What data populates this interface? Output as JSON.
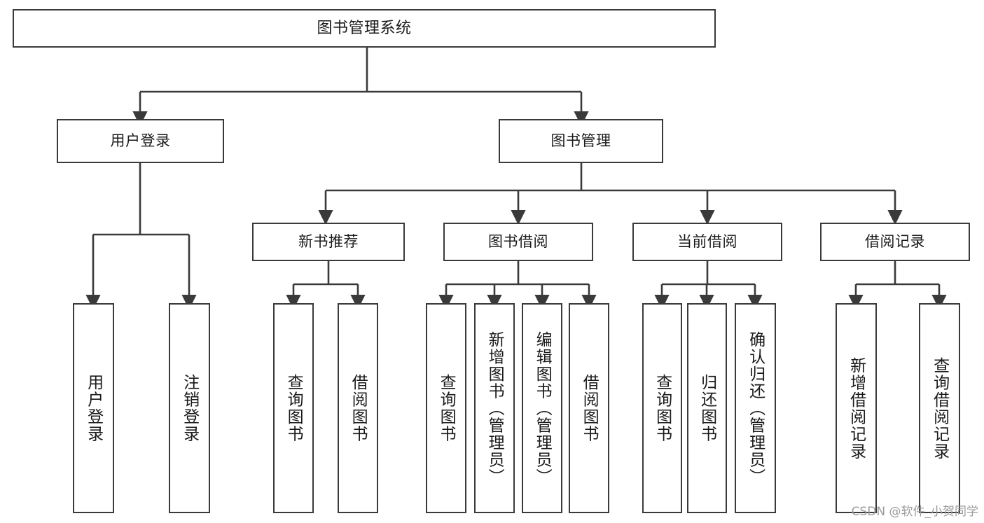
{
  "diagram": {
    "type": "tree",
    "title": "图书管理系统",
    "watermark": "CSDN @软件_小贺同学",
    "colors": {
      "stroke": "#3a3a3a",
      "fill": "#ffffff",
      "text": "#1a1a1a",
      "watermark": "#9b9b9b"
    },
    "root": {
      "label": "图书管理系统"
    },
    "level1": [
      {
        "label": "用户登录"
      },
      {
        "label": "图书管理"
      }
    ],
    "level2": [
      {
        "label": "新书推荐"
      },
      {
        "label": "图书借阅"
      },
      {
        "label": "当前借阅"
      },
      {
        "label": "借阅记录"
      }
    ],
    "leaves": {
      "user_login": [
        {
          "label": "用户登录"
        },
        {
          "label": "注销登录"
        }
      ],
      "new_book": [
        {
          "label": "查询图书"
        },
        {
          "label": "借阅图书"
        }
      ],
      "book_borrow": [
        {
          "label": "查询图书"
        },
        {
          "label": "新增图书（管理员）"
        },
        {
          "label": "编辑图书（管理员）"
        },
        {
          "label": "借阅图书"
        }
      ],
      "current_borrow": [
        {
          "label": "查询图书"
        },
        {
          "label": "归还图书"
        },
        {
          "label": "确认归还（管理员）"
        }
      ],
      "borrow_record": [
        {
          "label": "新增借阅记录"
        },
        {
          "label": "查询借阅记录"
        }
      ]
    }
  }
}
